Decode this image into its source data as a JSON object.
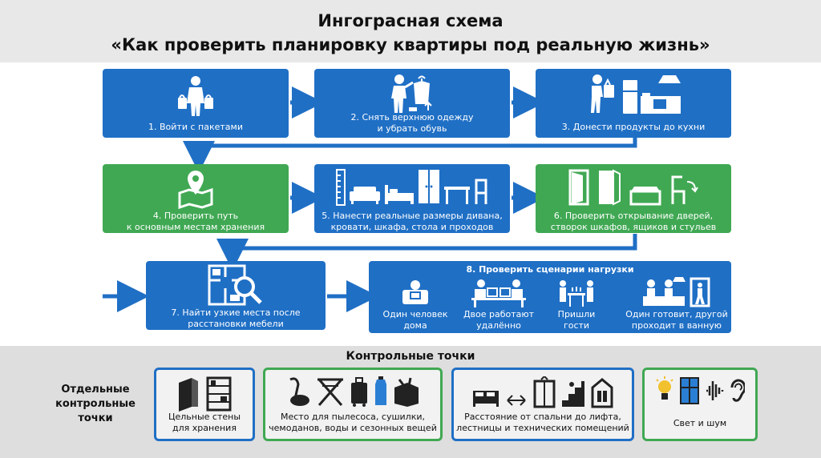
{
  "title": {
    "line1": "Ингограсная схема",
    "line2": "«Как проверить планировку квартиры под реальную жизнь»"
  },
  "steps": [
    {
      "id": 1,
      "label": "1. Войти с пакетами",
      "color": "#1f6fc5",
      "icons": [
        "person-with-bags-icon"
      ]
    },
    {
      "id": 2,
      "label_line1": "2. Снять верхнюю одежду",
      "label_line2": "и убрать обувь",
      "color": "#1f6fc5",
      "icons": [
        "person-hanging-coat-icon",
        "coat-icon"
      ]
    },
    {
      "id": 3,
      "label": "3. Донести продукты до кухни",
      "color": "#1f6fc5",
      "icons": [
        "person-carrying-groceries-icon",
        "kitchen-icon"
      ]
    },
    {
      "id": 4,
      "label_line1": "4. Проверить путь",
      "label_line2": "к основным местам хранения",
      "color": "#40a853",
      "icons": [
        "map-pin-icon"
      ]
    },
    {
      "id": 5,
      "label_line1": "5. Нанести реальные размеры дивана,",
      "label_line2": "кровати, шкафа, стола и проходов",
      "color": "#1f6fc5",
      "icons": [
        "ruler-icon",
        "sofa-icon",
        "bed-icon",
        "wardrobe-icon",
        "table-icon",
        "chair-icon"
      ]
    },
    {
      "id": 6,
      "label_line1": "6. Проверить открывание дверей,",
      "label_line2": "створок шкафов, ящиков и стульев",
      "color": "#40a853",
      "icons": [
        "door-icon",
        "cabinet-icon",
        "drawer-icon",
        "chair-icon"
      ]
    },
    {
      "id": 7,
      "label_line1": "7. Найти узкие места после",
      "label_line2": "расстановки мебели",
      "color": "#1f6fc5",
      "icons": [
        "floorplan-magnifier-icon"
      ]
    },
    {
      "id": 8,
      "label": "8. Проверить сценарии нагрузки",
      "color": "#1f6fc5",
      "scenarios": [
        {
          "line1": "Один человек",
          "line2": "дома",
          "icon": "person-in-armchair-icon"
        },
        {
          "line1": "Двое работают",
          "line2": "удалённо",
          "icon": "two-people-laptops-icon"
        },
        {
          "line1": "Пришли",
          "line2": "гости",
          "icon": "guests-icon"
        },
        {
          "line1": "Один готовит, другой",
          "line2": "проходит в ванную",
          "icon": "cooking-and-walking-icon"
        }
      ]
    }
  ],
  "checkpoints": {
    "title": "Контрольные точки",
    "side_label_line1": "Отдельные",
    "side_label_line2": "контрольные",
    "side_label_line3": "точки",
    "items": [
      {
        "line1": "Цельные стены",
        "line2": "для хранения",
        "border": "#1f6fc5",
        "icons": [
          "wall-icon",
          "shelving-icon"
        ]
      },
      {
        "line1": "Место для пылесоса, сушилки,",
        "line2": "чемоданов, воды и сезонных вещей",
        "border": "#40a853",
        "icons": [
          "vacuum-icon",
          "dryer-rack-icon",
          "suitcase-icon",
          "water-bottle-icon",
          "box-icon"
        ]
      },
      {
        "line1": "Расстояние от спальни до лифта,",
        "line2": "лестницы и технических помещений",
        "border": "#1f6fc5",
        "icons": [
          "bed-icon",
          "arrows-icon",
          "elevator-icon",
          "stairs-icon",
          "utility-room-icon"
        ]
      },
      {
        "line1": "Свет и шум",
        "line2": "",
        "border": "#40a853",
        "icons": [
          "lightbulb-icon",
          "window-icon",
          "sound-wave-icon",
          "ear-icon"
        ]
      }
    ]
  },
  "colors": {
    "blue": "#1f6fc5",
    "green": "#40a853",
    "arrow": "#1f6fc5"
  }
}
